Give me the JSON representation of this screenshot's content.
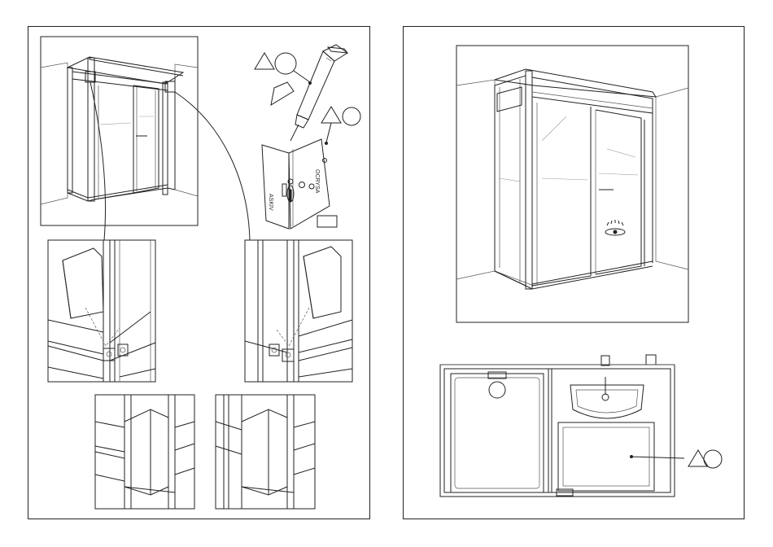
{
  "pages": [
    {
      "id": "left",
      "callouts": [
        {
          "name": "tool-callout"
        },
        {
          "name": "bracket-callout"
        }
      ],
      "part_box_label": ""
    },
    {
      "id": "right",
      "callouts": [
        {
          "name": "tray-callout"
        }
      ]
    }
  ],
  "bracket_text": {
    "vertical_mark": "ASKIV",
    "brand_mark": "OCRYSA"
  },
  "colors": {
    "line": "#222222",
    "paper": "#ffffff"
  }
}
